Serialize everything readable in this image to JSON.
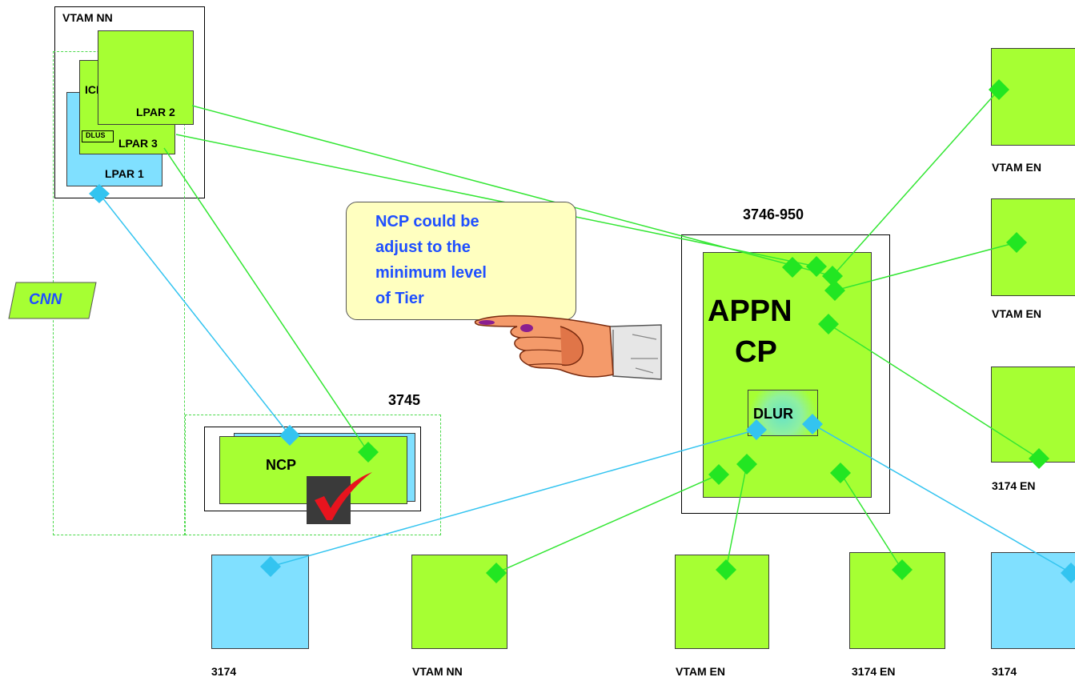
{
  "diagram": {
    "vtam_nn_top": "VTAM  NN",
    "icn": "ICN",
    "lpar2": "LPAR 2",
    "lpar3": "LPAR 3",
    "lpar1": "LPAR 1",
    "dlus": "DLUS",
    "cnn": "CNN",
    "box_3745": "3745",
    "ncp": "NCP",
    "box_3746": "3746-950",
    "appn_line1": "APPN",
    "appn_line2": "CP",
    "dlur": "DLUR",
    "callout": "NCP  could be\nadjust to the\nminimum level\nof Tier",
    "right_nodes": [
      "VTAM EN",
      "VTAM EN",
      "3174 EN"
    ],
    "bottom_nodes": [
      "3174",
      "VTAM NN",
      "VTAM EN",
      "3174 EN",
      "3174"
    ]
  },
  "colors": {
    "green_fill": "#a6ff33",
    "blue_fill": "#80e0ff",
    "green_link": "#33e633",
    "blue_link": "#33c4f0",
    "callout_text": "#1f4fff"
  }
}
